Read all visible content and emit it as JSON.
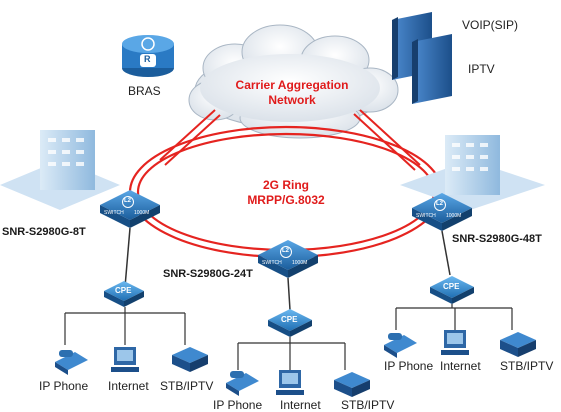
{
  "cloud": {
    "line1": "Carrier Aggregation",
    "line2": "Network"
  },
  "ring": {
    "line1": "2G Ring",
    "line2": "MRPP/G.8032"
  },
  "servers": {
    "voip": "VOIP(SIP)",
    "iptv": "IPTV"
  },
  "bras": {
    "label": "BRAS",
    "router_mark": "R"
  },
  "switch_models": {
    "left": "SNR-S2980G-8T",
    "center": "SNR-S2980G-24T",
    "right": "SNR-S2980G-48T"
  },
  "switch_badge": {
    "core": "L2",
    "name": "SWITCH",
    "speed": "1000M"
  },
  "cpe_label": "CPE",
  "endpoints": {
    "phone": "IP Phone",
    "internet": "Internet",
    "stb": "STB/IPTV"
  },
  "colors": {
    "ring": "#e52420",
    "ring_text": "#e01b1b",
    "switch": "#1f6fb3",
    "cpe": "#2a86d6",
    "building": "#a9cbe8",
    "server": "#2e67a6"
  }
}
